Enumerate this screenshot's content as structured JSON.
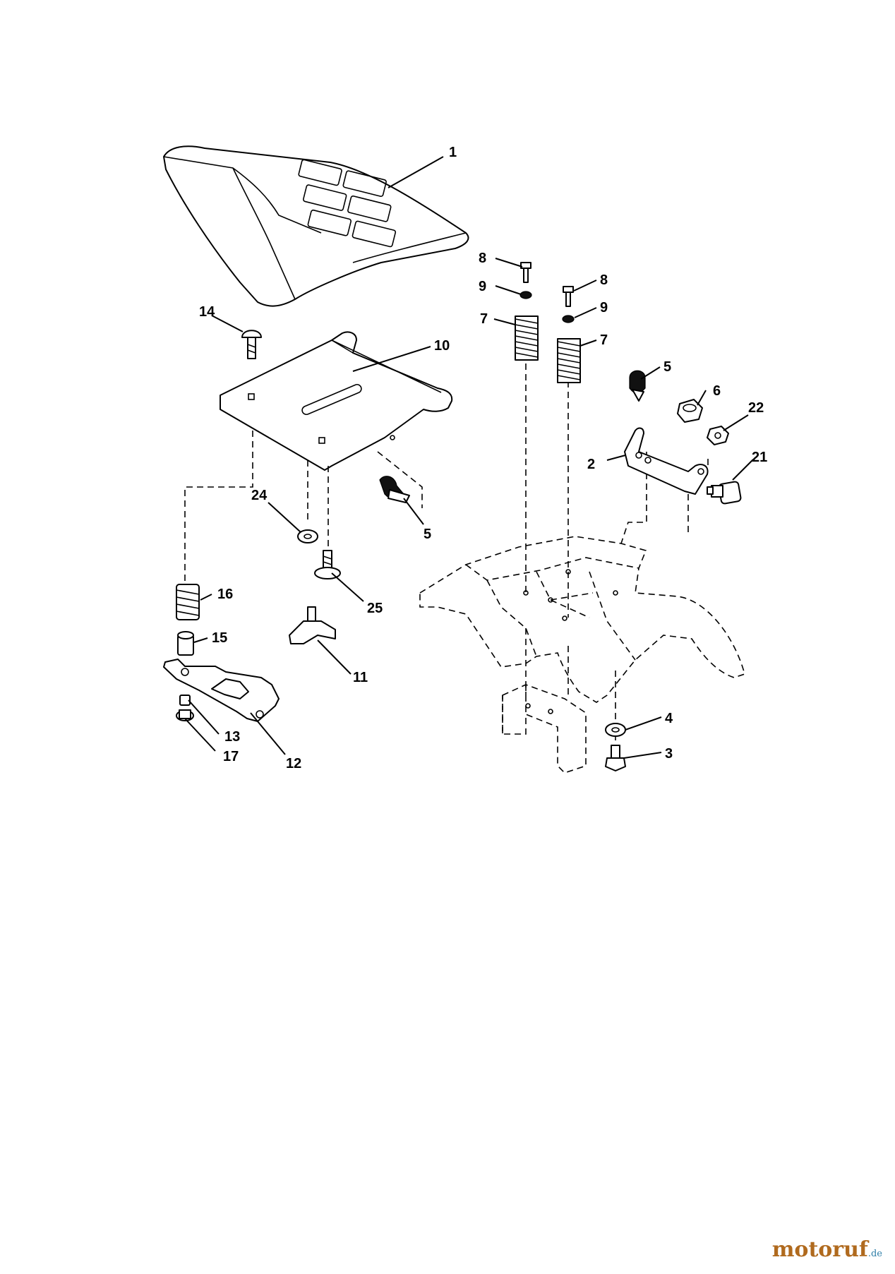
{
  "callouts": [
    "1",
    "2",
    "3",
    "4",
    "5",
    "5",
    "6",
    "7",
    "7",
    "8",
    "8",
    "9",
    "9",
    "10",
    "11",
    "12",
    "13",
    "14",
    "15",
    "16",
    "17",
    "21",
    "22",
    "24",
    "25"
  ],
  "watermark": {
    "main": "motoruf",
    "tld": ".de",
    "main_color": "#b06a1e",
    "tld_color": "#2f7fa8"
  },
  "ink_color": "#000000",
  "background_color": "#ffffff"
}
